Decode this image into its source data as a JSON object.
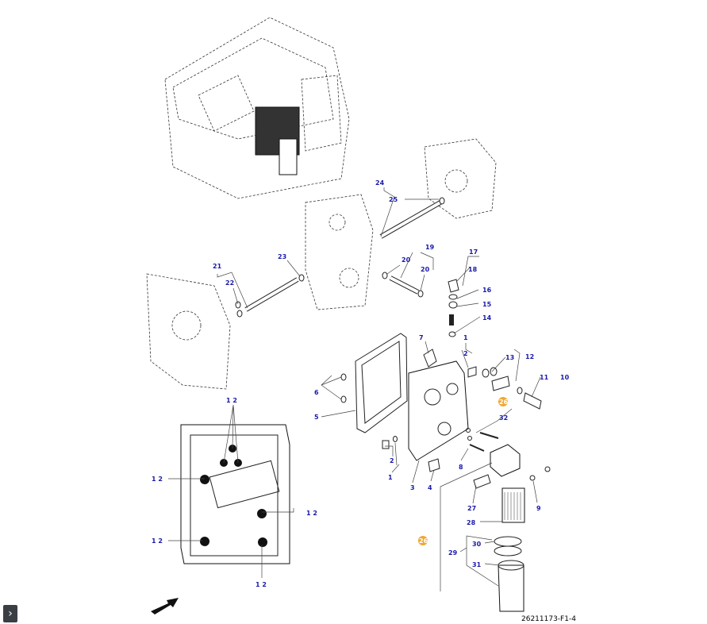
{
  "figure_id": "26211173-F1-4",
  "expand_icon": "chevron-right-icon",
  "direction_icon": "arrow-icon",
  "callouts": {
    "c24": "24",
    "c25": "25",
    "c21": "21",
    "c22": "22",
    "c23": "23",
    "c19": "19",
    "c20a": "20",
    "c20b": "20",
    "c17": "17",
    "c18": "18",
    "c16": "16",
    "c15": "15",
    "c14": "14",
    "c7": "7",
    "c1a": "1",
    "c2a": "2",
    "c13": "13",
    "c12": "12",
    "c11": "11",
    "c10": "10",
    "c6": "6",
    "c5": "5",
    "c26a": "26",
    "c32": "32",
    "c2b": "2",
    "c1b": "1",
    "c3": "3",
    "c4": "4",
    "c8": "8",
    "c27": "27",
    "c9": "9",
    "c28": "28",
    "c26b": "26",
    "c29": "29",
    "c30": "30",
    "c31": "31",
    "d1": "1 2",
    "d2": "1 2",
    "d3": "1 2",
    "d4": "1 2",
    "d5": "1 2"
  },
  "colors": {
    "callout_text": "#1a1aa8",
    "highlight_badge": "#f0a830"
  }
}
